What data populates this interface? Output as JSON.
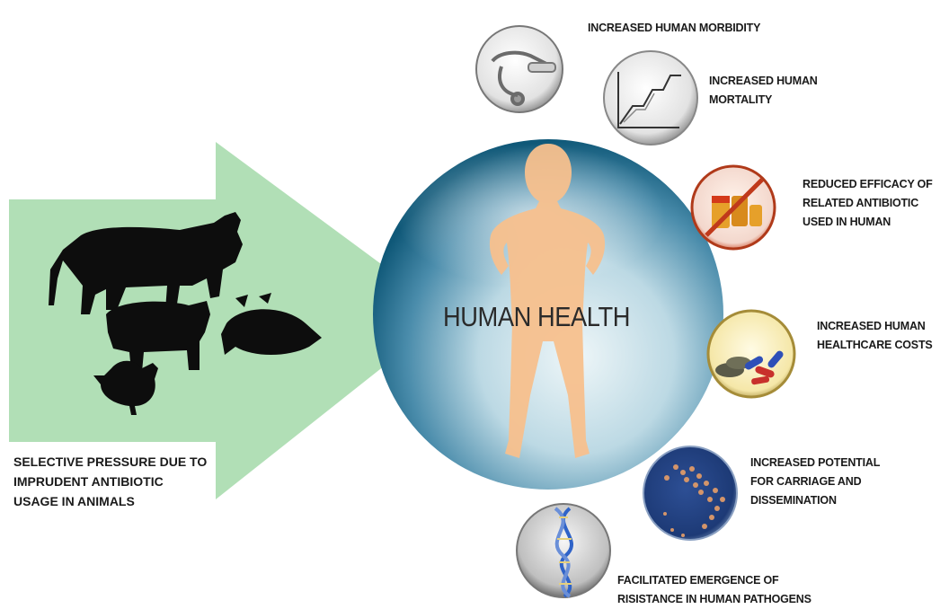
{
  "left_caption": "SELECTIVE PRESSURE DUE TO\nIMPRUDENT ANTIBIOTIC\nUSAGE IN ANIMALS",
  "center_title": "HUMAN HEALTH",
  "outcomes": [
    {
      "label": "INCREASED HUMAN MORBIDITY",
      "icon": "stethoscope-icon"
    },
    {
      "label": "INCREASED HUMAN\nMORTALITY",
      "icon": "line-chart-icon"
    },
    {
      "label": "REDUCED EFFICACY OF\nRELATED ANTIBIOTIC\nUSED IN HUMAN",
      "icon": "crossed-pills-icon"
    },
    {
      "label": "INCREASED HUMAN\nHEALTHCARE COSTS",
      "icon": "capsules-coins-icon"
    },
    {
      "label": "INCREASED POTENTIAL\nFOR CARRIAGE AND\nDISSEMINATION",
      "icon": "bacteria-icon"
    },
    {
      "label": "FACILITATED EMERGENCE OF\nRISISTANCE IN HUMAN PATHOGENS",
      "icon": "dna-icon"
    }
  ],
  "colors": {
    "arrow": "#a8dcae",
    "sphere_light": "#e6f2f6",
    "sphere_dark": "#0f5878",
    "human": "#f7c08d",
    "silhouette": "#0d0d0d"
  }
}
